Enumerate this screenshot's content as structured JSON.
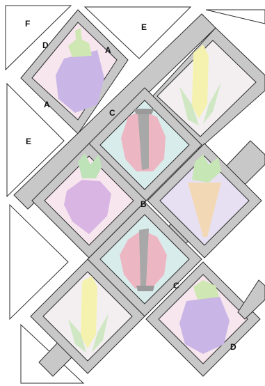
{
  "labels": {
    "F": "F",
    "D_top": "D",
    "A_top": "A",
    "A_left": "A",
    "E_top": "E",
    "E_left": "E",
    "C_mid": "C",
    "B": "B",
    "C_low": "C",
    "D_bottom": "D"
  },
  "colors": {
    "outline": "#2b2b2b",
    "sashing": "#c8c8c8",
    "sashing_dark": "#9a9a9a",
    "pink_bg": "#f7e6ee",
    "blue_bg": "#d9ecec",
    "lavender_bg": "#e7e0f3",
    "light_bg": "#f3eff0",
    "eggplant": "#c9b6e6",
    "eggplant_cap": "#cfe7b2",
    "ladybug": "#ecb7c3",
    "ladybug_stripe": "#a8a8a8",
    "radish": "#d9b5e3",
    "radish_leaf": "#bfe3b9",
    "carrot": "#f3d8b6",
    "carrot_leaf": "#c7e6b5",
    "corn": "#f5f2b0",
    "corn_leaf": "#cfe7c2"
  }
}
